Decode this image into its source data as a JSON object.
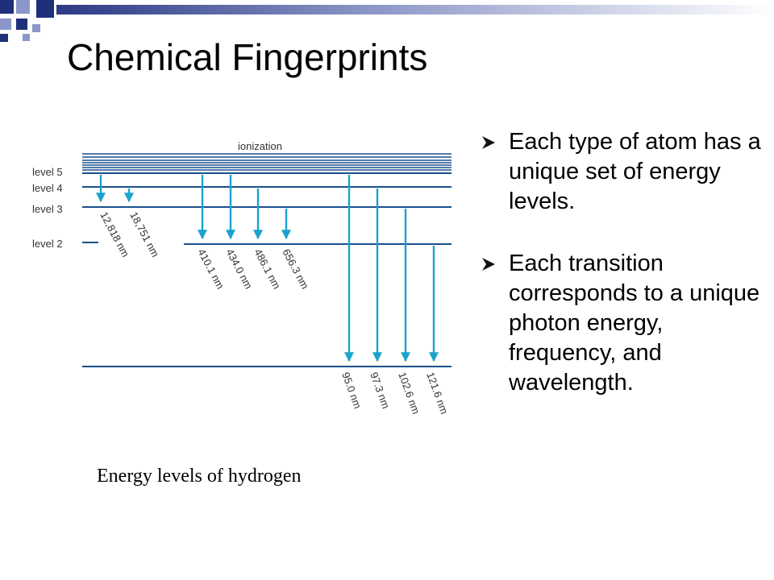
{
  "title": "Chemical Fingerprints",
  "bullets": [
    "Each type of atom has a unique set of energy levels.",
    "Each transition corresponds to a unique photon energy, frequency, and wavelength."
  ],
  "caption": "Energy levels of hydrogen",
  "diagram": {
    "ionization_label": "ionization",
    "level_labels": [
      "level 5",
      "level 4",
      "level 3",
      "level 2"
    ],
    "transitions": [
      {
        "series": "paschen",
        "label": "12,818 nm"
      },
      {
        "series": "paschen",
        "label": "18,751 nm"
      },
      {
        "series": "balmer",
        "label": "410.1 nm"
      },
      {
        "series": "balmer",
        "label": "434.0 nm"
      },
      {
        "series": "balmer",
        "label": "486.1 nm"
      },
      {
        "series": "balmer",
        "label": "656.3 nm"
      },
      {
        "series": "lyman",
        "label": "95.0 nm"
      },
      {
        "series": "lyman",
        "label": "97.3 nm"
      },
      {
        "series": "lyman",
        "label": "102.6 nm"
      },
      {
        "series": "lyman",
        "label": "121.6 nm"
      }
    ]
  },
  "colors": {
    "level_line": "#1a4f8b",
    "arrow": "#1aa3cc",
    "deco_dark": "#1f2f7a",
    "deco_light": "#8c97c9",
    "bullet": "#111111"
  }
}
